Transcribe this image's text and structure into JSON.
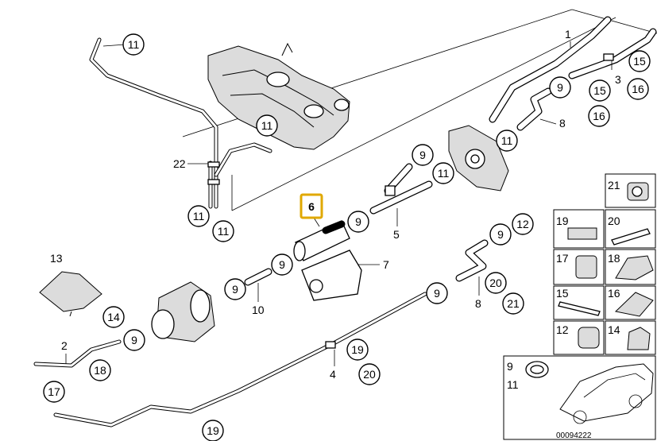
{
  "diagram": {
    "highlighted_part": "6",
    "reference_number": "00094222",
    "callouts": [
      "11",
      "11",
      "11",
      "11",
      "11",
      "11",
      "11",
      "9",
      "9",
      "9",
      "9",
      "9",
      "9",
      "9",
      "9",
      "12",
      "13",
      "14",
      "15",
      "15",
      "16",
      "16",
      "17",
      "18",
      "19",
      "20",
      "20",
      "21",
      "19"
    ],
    "plain_labels": [
      "22",
      "1",
      "3",
      "8",
      "5",
      "7",
      "10",
      "8",
      "2",
      "4"
    ],
    "legend": {
      "cells": [
        "21",
        "19",
        "20",
        "17",
        "18",
        "15",
        "16",
        "12",
        "14",
        "9",
        "11"
      ]
    }
  }
}
